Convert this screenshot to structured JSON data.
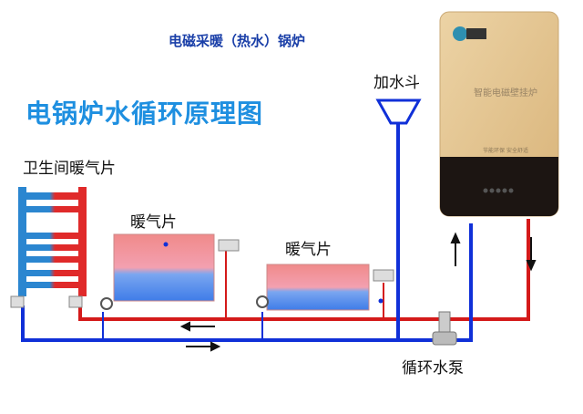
{
  "header": {
    "title": "电磁采暖（热水）锅炉",
    "main_title": "电锅炉水循环原理图"
  },
  "labels": {
    "bathroom_radiator": "卫生间暖气片",
    "radiator_1": "暖气片",
    "radiator_2": "暖气片",
    "funnel": "加水斗",
    "pump": "循环水泵"
  },
  "boiler": {
    "name": "智能电磁壁挂炉",
    "slogan": "节能环保 安全舒适"
  },
  "colors": {
    "hot_pipe": "#d41a1a",
    "cold_pipe": "#1030d8",
    "title": "#1e8fe0",
    "boiler_gold": "#e0bf8a"
  }
}
